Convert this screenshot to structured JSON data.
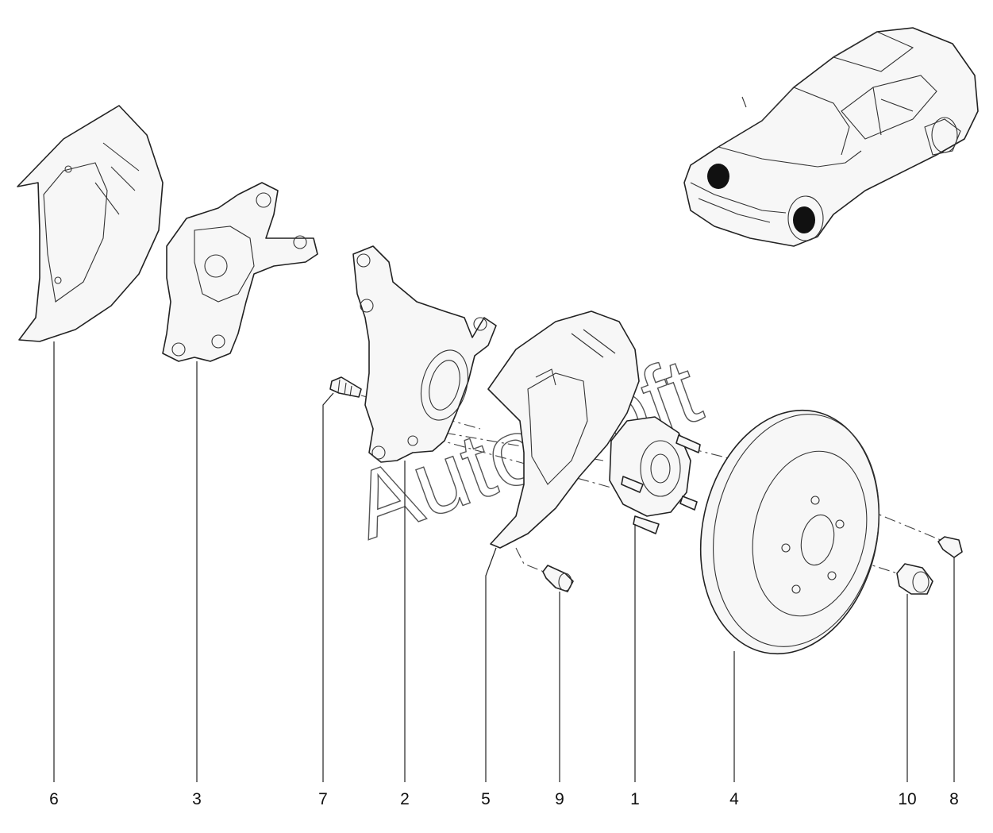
{
  "watermark": "AutoSoft",
  "parts": [
    {
      "id": "6",
      "label": "6",
      "name": "splash-shield-left"
    },
    {
      "id": "3",
      "label": "3",
      "name": "steering-knuckle-left"
    },
    {
      "id": "7",
      "label": "7",
      "name": "bolt-7"
    },
    {
      "id": "2",
      "label": "2",
      "name": "steering-knuckle-right"
    },
    {
      "id": "5",
      "label": "5",
      "name": "splash-shield-right"
    },
    {
      "id": "9",
      "label": "9",
      "name": "bolt-9"
    },
    {
      "id": "1",
      "label": "1",
      "name": "wheel-hub-bearing"
    },
    {
      "id": "4",
      "label": "4",
      "name": "brake-disc"
    },
    {
      "id": "10",
      "label": "10",
      "name": "hub-nut"
    },
    {
      "id": "8",
      "label": "8",
      "name": "disc-screw"
    }
  ],
  "colors": {
    "line": "#222222",
    "background": "#ffffff",
    "marker": "#111111"
  }
}
